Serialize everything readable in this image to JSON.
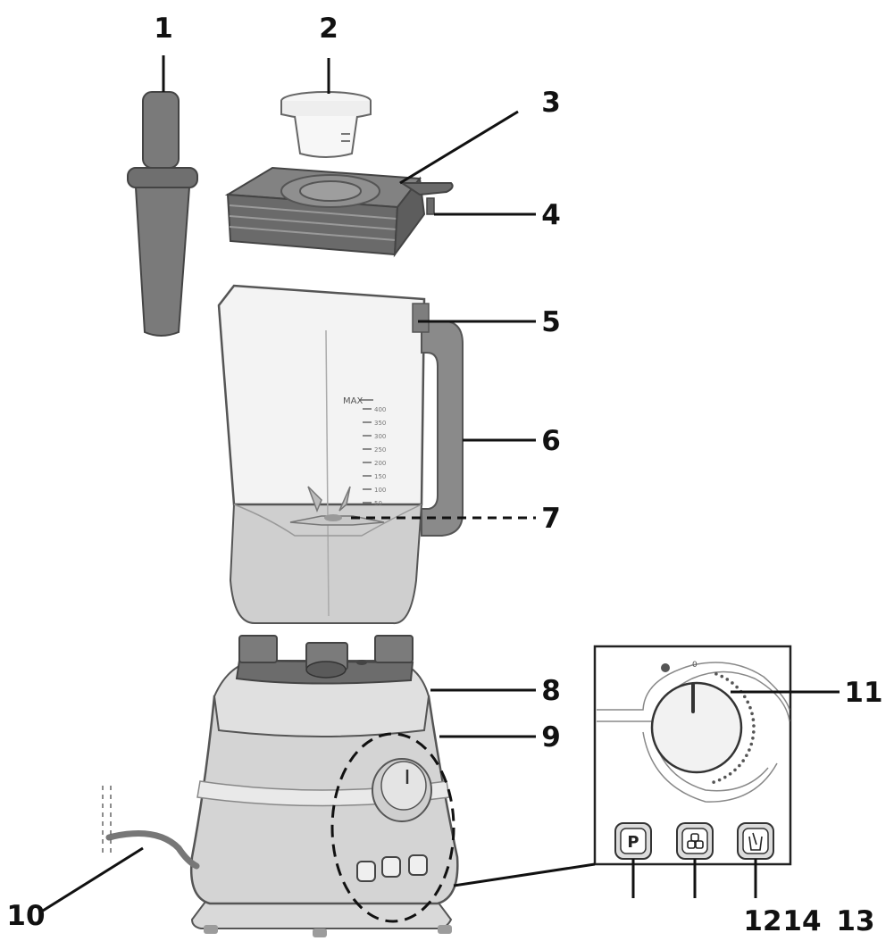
{
  "callouts": {
    "c1": "1",
    "c2": "2",
    "c3": "3",
    "c4": "4",
    "c5": "5",
    "c6": "6",
    "c7": "7",
    "c8": "8",
    "c9": "9",
    "c10": "10",
    "c11": "11",
    "c12": "12",
    "c13": "13",
    "c14": "14"
  },
  "jug": {
    "max_label": "MAX",
    "scale": [
      "400",
      "350",
      "300",
      "250",
      "200",
      "150",
      "100",
      "50"
    ]
  },
  "control_panel": {
    "pulse_symbol": "P"
  },
  "colors": {
    "body_light": "#d9d9d9",
    "body_mid": "#bdbdbd",
    "part_dark": "#7a7a7a",
    "jug_clear": "#f3f3f3",
    "jug_base": "#cfcfcf",
    "outline": "#333333"
  }
}
